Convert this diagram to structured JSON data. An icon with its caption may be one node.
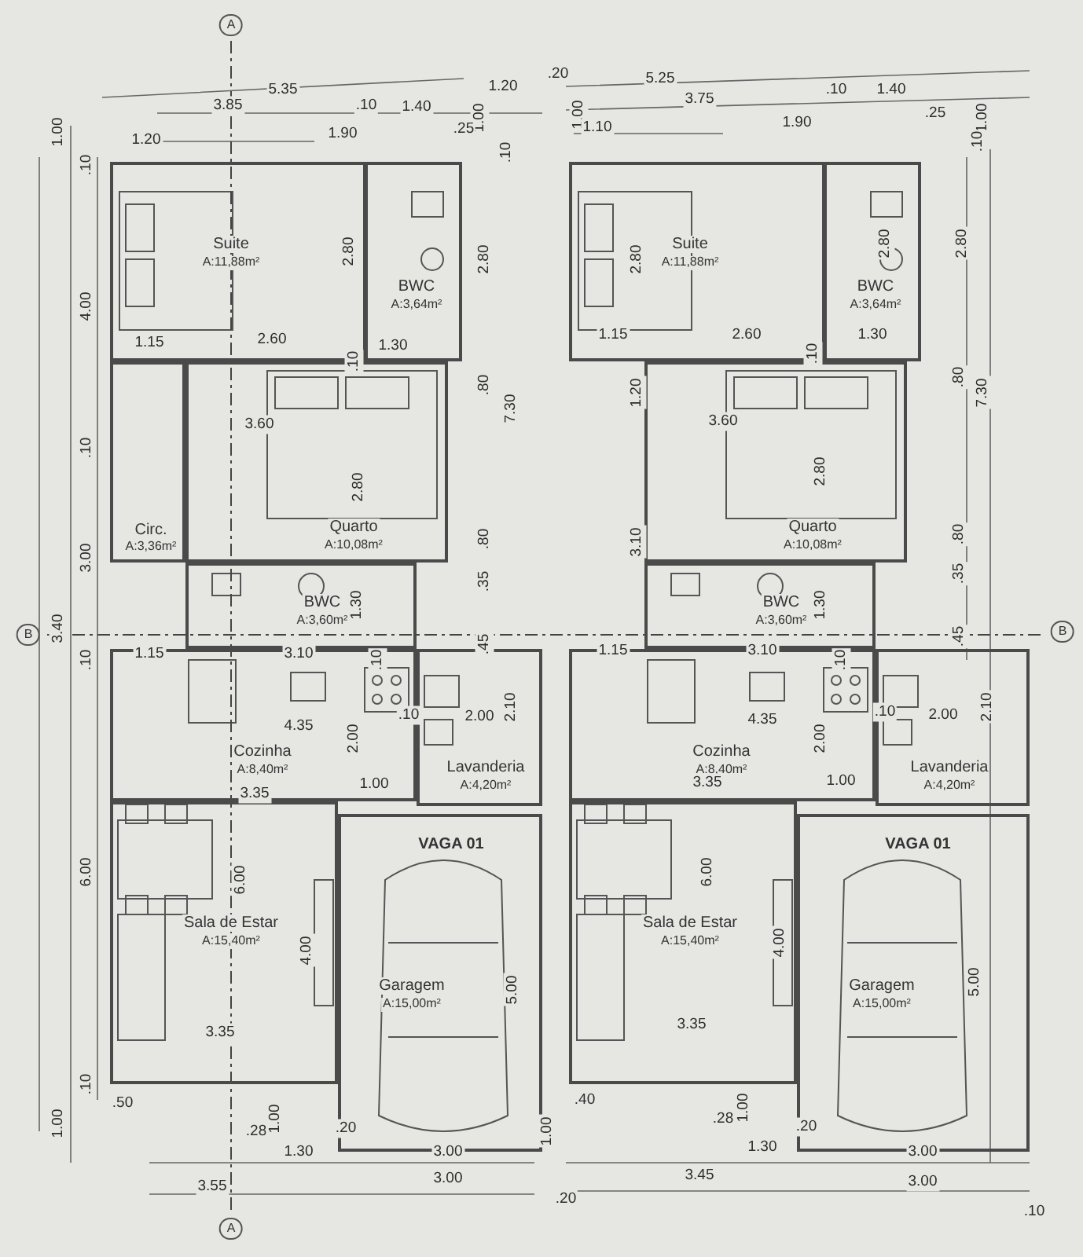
{
  "diagram": {
    "nodes": [
      {
        "text": [
          "Suite",
          "A:11,88m²"
        ]
      },
      {
        "text": [
          "BWC",
          "A:3,64m²"
        ]
      },
      {
        "text": [
          "Circ.",
          "A:3,36m²"
        ]
      },
      {
        "text": [
          "Quarto",
          "A:10,08m²"
        ]
      },
      {
        "text": [
          "BWC",
          "A:3,60m²"
        ]
      },
      {
        "text": [
          "Cozinha",
          "A:8,40m²"
        ]
      },
      {
        "text": [
          "Lavanderia",
          "A:4,20m²"
        ]
      },
      {
        "text": [
          "Sala de Estar",
          "A:15,40m²"
        ]
      },
      {
        "text": [
          "VAGA 01",
          "Garagem",
          "A:15,00m²"
        ]
      },
      {
        "text": [
          "Suite",
          "A:11,88m²"
        ]
      },
      {
        "text": [
          "BWC",
          "A:3,64m²"
        ]
      },
      {
        "text": [
          "Quarto",
          "A:10,08m²"
        ]
      },
      {
        "text": [
          "BWC",
          "A:3,60m²"
        ]
      },
      {
        "text": [
          "Cozinha",
          "A:8,40m²"
        ]
      },
      {
        "text": [
          "Lavanderia",
          "A:4,20m²"
        ]
      },
      {
        "text": [
          "Sala de Estar",
          "A:15,40m²"
        ]
      },
      {
        "text": [
          "VAGA 01",
          "Garagem",
          "A:15,00m²"
        ]
      }
    ],
    "labels": [
      "A",
      "5.35",
      "3.85",
      ".10",
      "1.40",
      "1.20",
      "1.00",
      "1.00",
      "1.20",
      "1.90",
      ".25",
      ".10",
      ".10",
      "4.00",
      "2.80",
      "2.80",
      "1.15",
      "2.60",
      "1.30",
      ".10",
      "3.60",
      ".80",
      "7.30",
      ".10",
      "2.80",
      "3.00",
      ".80",
      ".35",
      "1.30",
      "3.40",
      ".45",
      ".10",
      "1.15",
      "3.10",
      ".10",
      ".10",
      "4.35",
      "2.00",
      "2.00",
      "2.10",
      "3.35",
      "1.00",
      "6.00",
      "6.00",
      "4.00",
      "5.00",
      "3.35",
      ".10",
      ".50",
      "1.00",
      ".28",
      "1.00",
      ".20",
      "1.30",
      "3.00",
      "3.55",
      "3.00",
      ".20",
      "5.25",
      "1.00",
      "3.75",
      ".10",
      "1.40",
      "1.00",
      "1.10",
      "1.90",
      ".25",
      ".10",
      "2.80",
      "2.80",
      "2.80",
      "1.15",
      "2.60",
      "1.30",
      ".10",
      "1.20",
      "3.60",
      ".80",
      "7.30",
      "2.80",
      "3.10",
      ".80",
      ".35",
      "1.30",
      ".45",
      "1.15",
      "3.10",
      ".10",
      ".10",
      "4.35",
      "2.00",
      "2.00",
      "2.10",
      "3.35",
      "1.00",
      "6.00",
      "4.00",
      "5.00",
      "3.35",
      ".40",
      "1.00",
      ".28",
      "1.00",
      ".20",
      "1.30",
      "3.00",
      "3.45",
      "3.00",
      ".20",
      ".10",
      "B",
      "B",
      "A"
    ]
  }
}
